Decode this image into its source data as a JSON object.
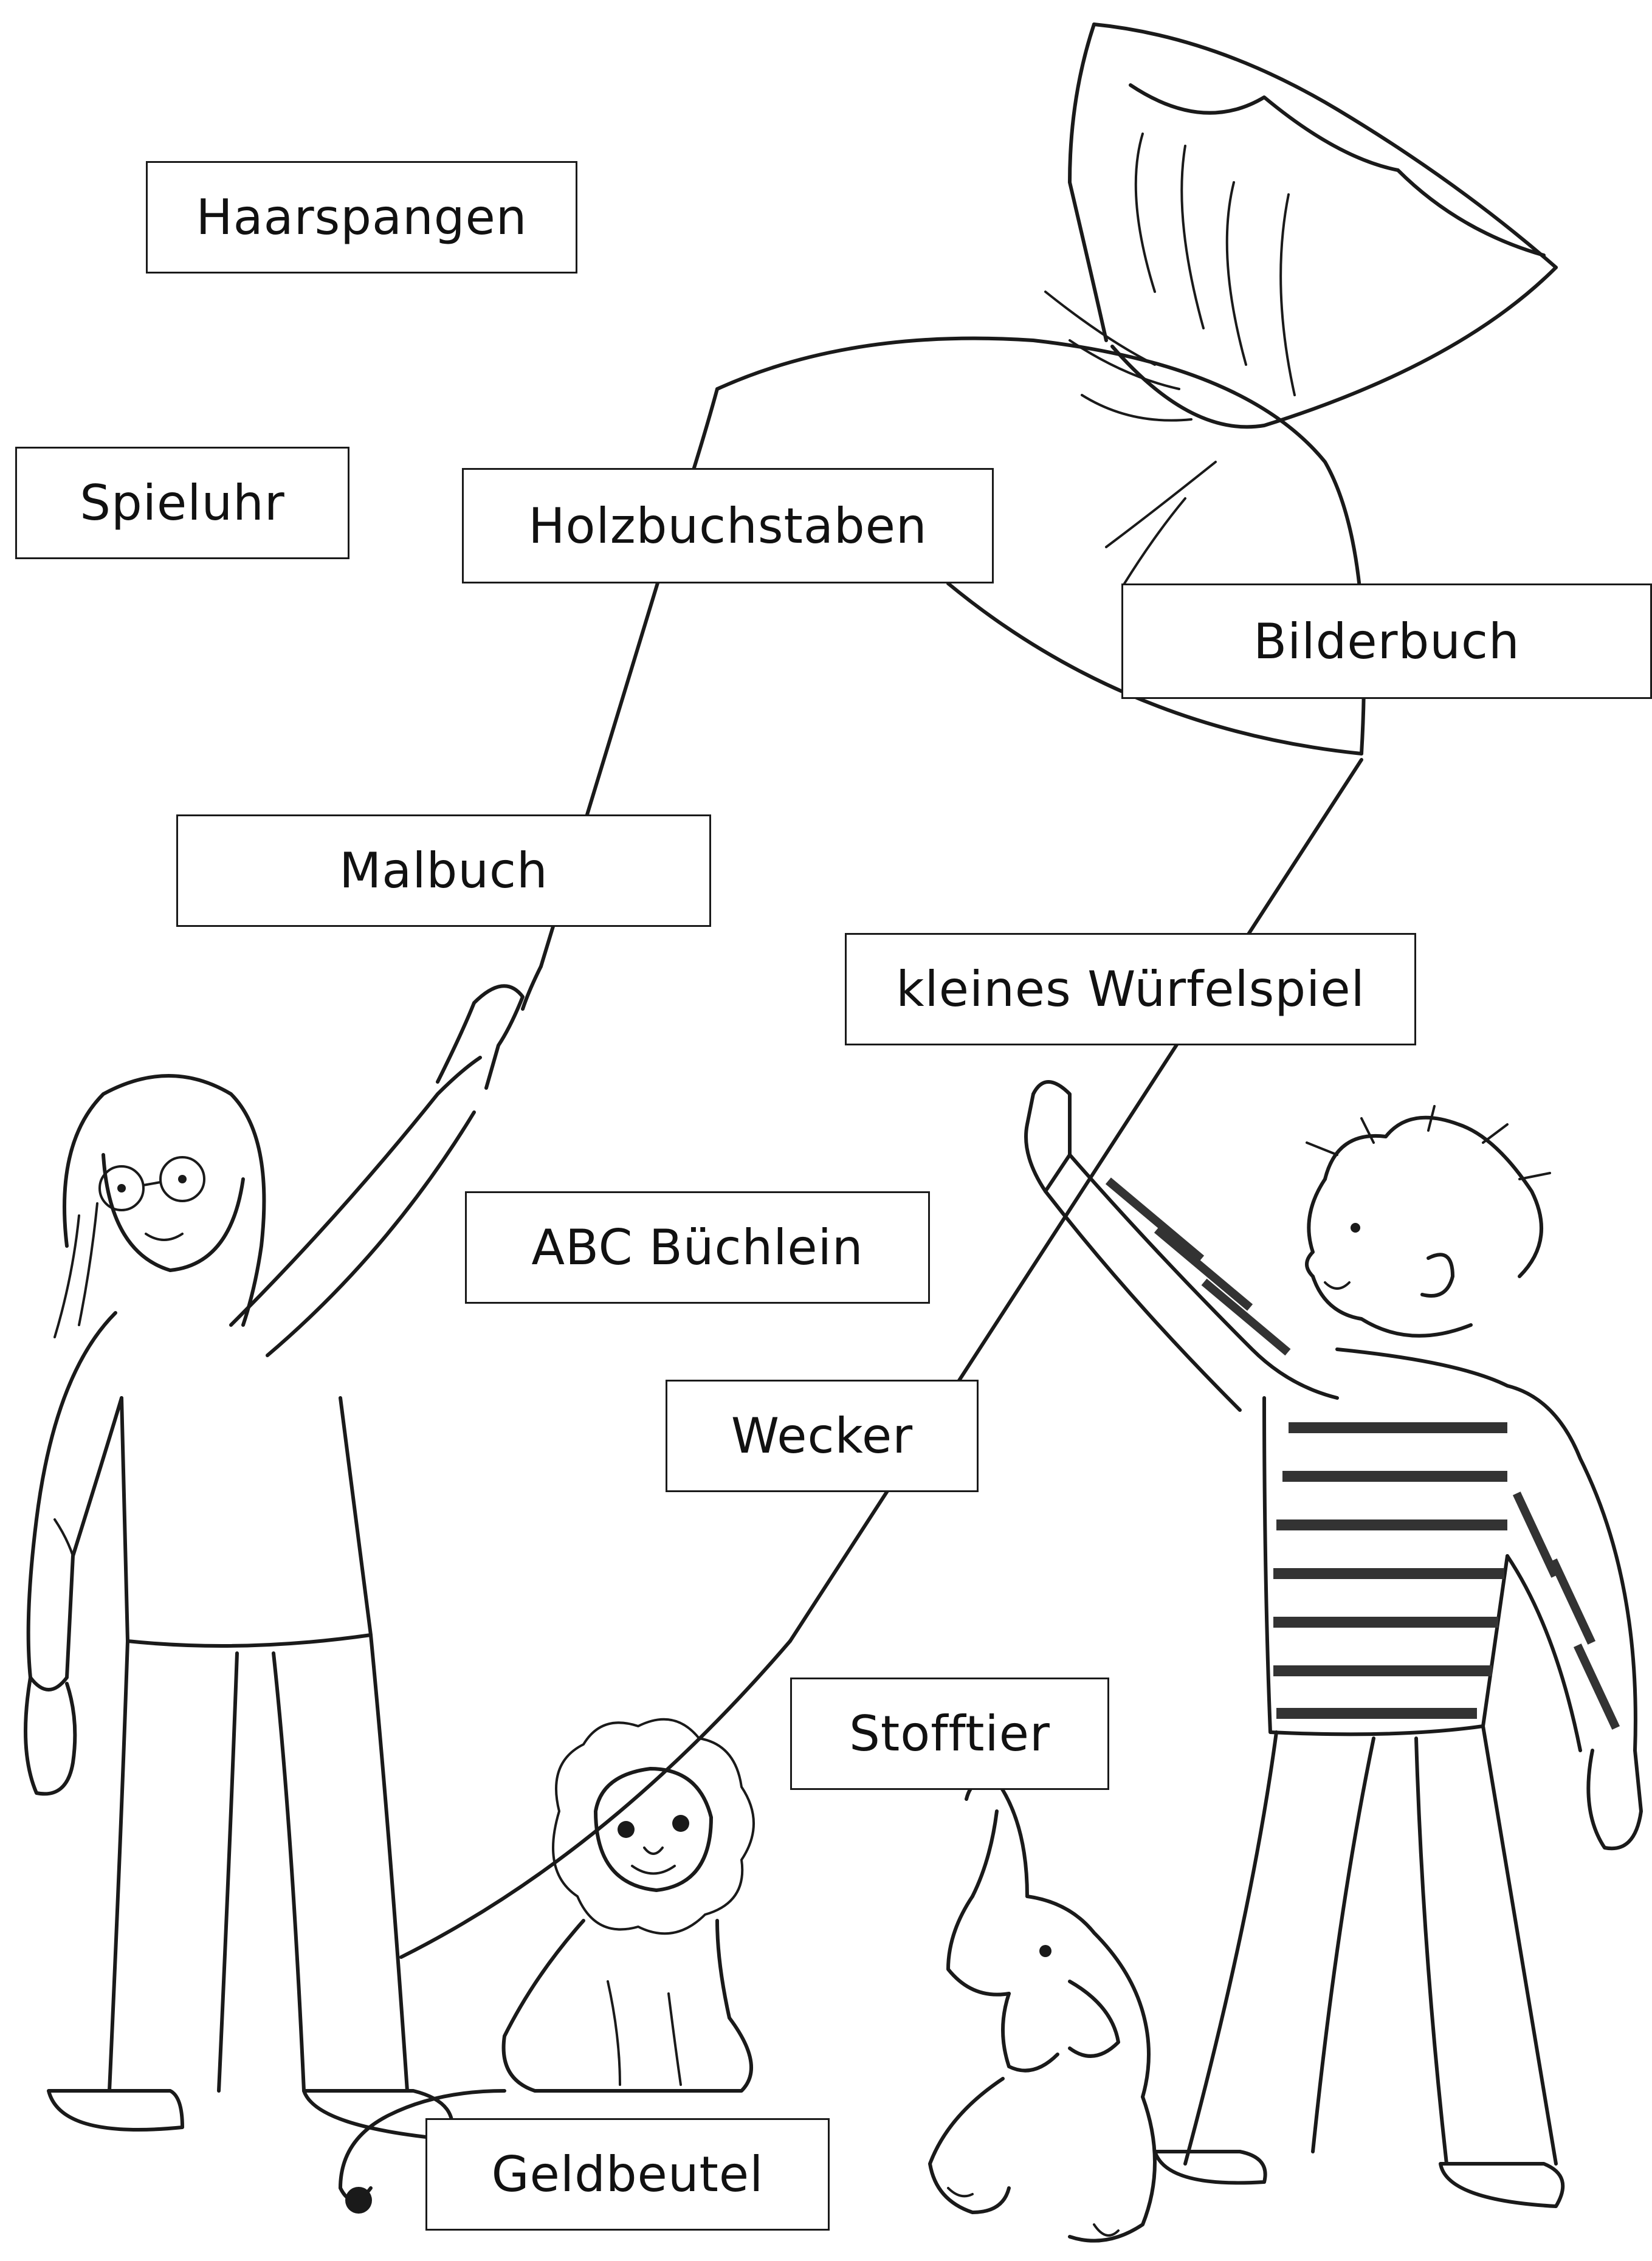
{
  "labels": {
    "haarspangen": "Haarspangen",
    "spieluhr": "Spieluhr",
    "holzbuchstaben": "Holzbuchstaben",
    "bilderbuch": "Bilderbuch",
    "malbuch": "Malbuch",
    "wuerfelspiel": "kleines Würfelspiel",
    "abc": "ABC Büchlein",
    "wecker": "Wecker",
    "stofftier": "Stofftier",
    "geldbeutel": "Geldbeutel"
  },
  "colors": {
    "ink": "#1a1a1a",
    "paper": "#ffffff"
  },
  "illustrations": [
    "school-cone",
    "girl-with-glasses",
    "boy-striped-sweater",
    "lion-plush",
    "elephant-plush"
  ]
}
